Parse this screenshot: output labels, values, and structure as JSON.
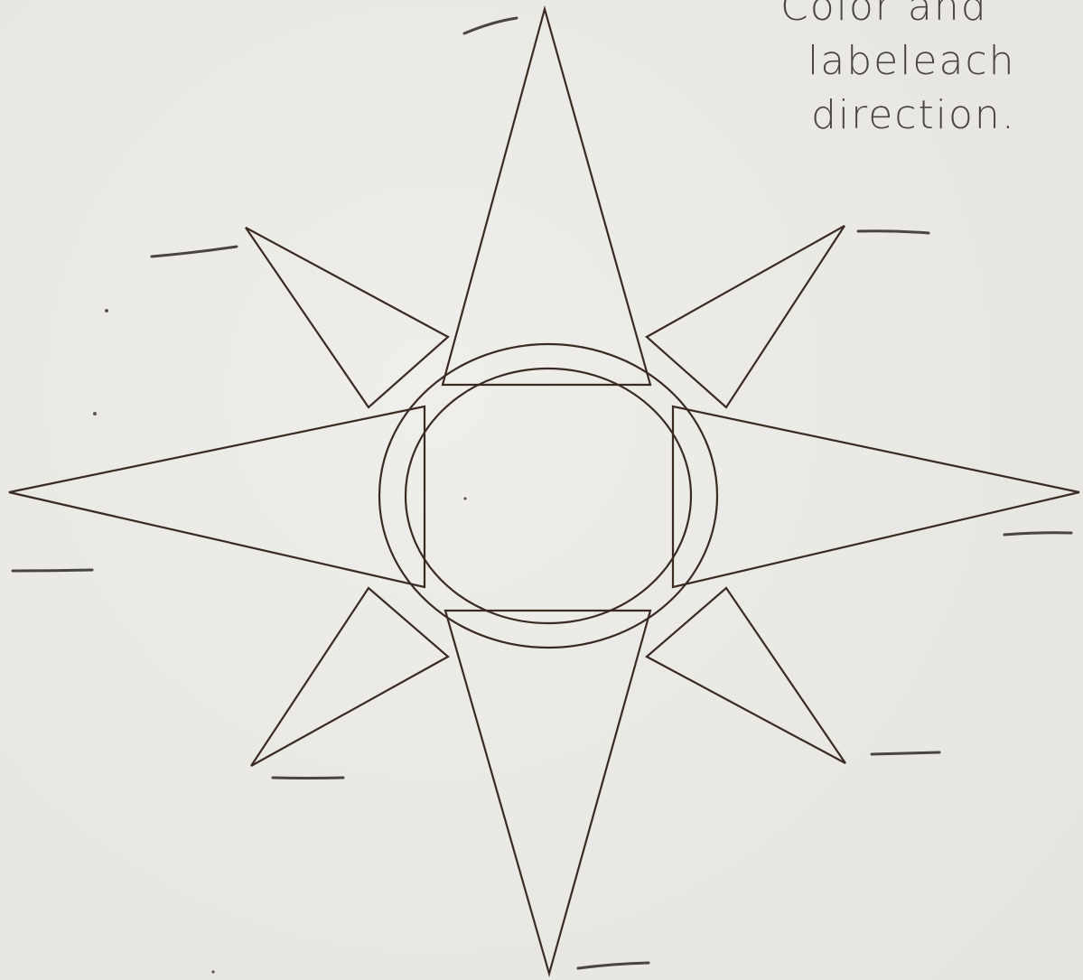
{
  "note": {
    "line1": "Color and",
    "line2": "labeleach",
    "line3": "direction."
  },
  "colors": {
    "paper": "#ecebe7",
    "ink": "#3a2a22",
    "pencil": "#4a4540"
  },
  "diagram": {
    "type": "compass-rose",
    "label_blanks": 8
  }
}
